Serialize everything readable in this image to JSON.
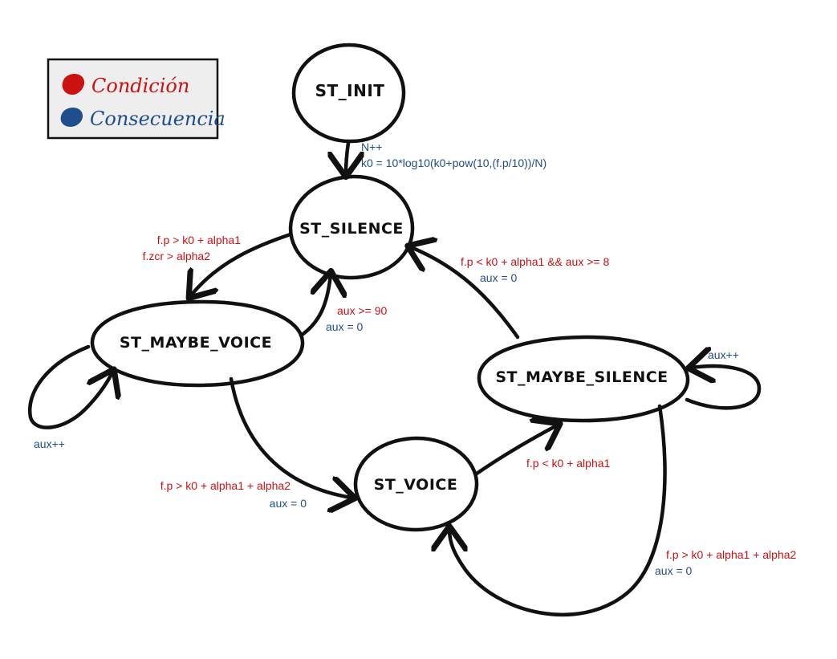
{
  "colors": {
    "condition": "#cc1111",
    "consequence": "#1f4e8c",
    "stroke": "#111111",
    "legend_bg": "#eeeeee"
  },
  "legend": {
    "condition_label": "Condición",
    "consequence_label": "Consecuencia"
  },
  "nodes": {
    "init": "ST_INIT",
    "silence": "ST_SILENCE",
    "maybe_voice": "ST_MAYBE_VOICE",
    "maybe_silence": "ST_MAYBE_SILENCE",
    "voice": "ST_VOICE"
  },
  "edges": {
    "init_to_silence": {
      "consequence_1": "N++",
      "consequence_2": "k0 = 10*log10(k0+pow(10,(f.p/10))/N)"
    },
    "silence_to_maybe_voice": {
      "condition_1": "f.p > k0 + alpha1",
      "condition_2": "f.zcr > alpha2"
    },
    "maybe_voice_to_silence": {
      "condition": "aux >= 90",
      "consequence": "aux = 0"
    },
    "maybe_voice_self": {
      "consequence": "aux++"
    },
    "maybe_voice_to_voice": {
      "condition": "f.p > k0 + alpha1 + alpha2",
      "consequence": "aux = 0"
    },
    "maybe_silence_to_silence": {
      "condition": "f.p < k0 + alpha1 && aux >= 8",
      "consequence": "aux = 0"
    },
    "maybe_silence_self": {
      "consequence": "aux++"
    },
    "voice_to_maybe_silence": {
      "condition": "f.p < k0 + alpha1"
    },
    "maybe_silence_to_voice": {
      "condition": "f.p > k0 + alpha1 + alpha2",
      "consequence": "aux = 0"
    }
  }
}
